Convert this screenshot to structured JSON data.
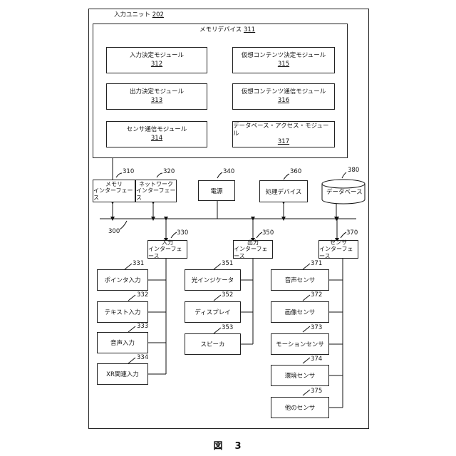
{
  "outer": {
    "title": "入力ユニット",
    "ref": "202"
  },
  "memory": {
    "title": "メモリデバイス",
    "ref": "311",
    "modules": [
      {
        "name": "入力決定モジュール",
        "ref": "312"
      },
      {
        "name": "出力決定モジュール",
        "ref": "313"
      },
      {
        "name": "センサ通信モジュール",
        "ref": "314"
      },
      {
        "name": "仮想コンテンツ決定モジュール",
        "ref": "315"
      },
      {
        "name": "仮想コンテンツ通信モジュール",
        "ref": "316"
      },
      {
        "name": "データベース・アクセス・モジュール",
        "ref": "317"
      }
    ]
  },
  "top_components": [
    {
      "line1": "メモリ",
      "line2": "インターフェース",
      "ref": "310"
    },
    {
      "line1": "ネットワーク",
      "line2": "インターフェース",
      "ref": "320"
    },
    {
      "line1": "電源",
      "ref": "340"
    },
    {
      "line1": "処理デバイス",
      "ref": "360"
    },
    {
      "line1": "データベース",
      "ref": "380"
    }
  ],
  "bus_ref": "300",
  "interfaces": [
    {
      "line1": "入力",
      "line2": "インターフェース",
      "ref": "330"
    },
    {
      "line1": "出力",
      "line2": "インターフェース",
      "ref": "350"
    },
    {
      "line1": "センサ",
      "line2": "インターフェース",
      "ref": "370"
    }
  ],
  "input_items": [
    {
      "name": "ポインタ入力",
      "ref": "331"
    },
    {
      "name": "テキスト入力",
      "ref": "332"
    },
    {
      "name": "音声入力",
      "ref": "333"
    },
    {
      "name": "XR関連入力",
      "ref": "334"
    }
  ],
  "output_items": [
    {
      "name": "光インジケータ",
      "ref": "351"
    },
    {
      "name": "ディスプレイ",
      "ref": "352"
    },
    {
      "name": "スピーカ",
      "ref": "353"
    }
  ],
  "sensor_items": [
    {
      "name": "音声センサ",
      "ref": "371"
    },
    {
      "name": "画像センサ",
      "ref": "372"
    },
    {
      "name": "モーションセンサ",
      "ref": "373"
    },
    {
      "name": "環境センサ",
      "ref": "374"
    },
    {
      "name": "他のセンサ",
      "ref": "375"
    }
  ],
  "figure_label": "図　3"
}
